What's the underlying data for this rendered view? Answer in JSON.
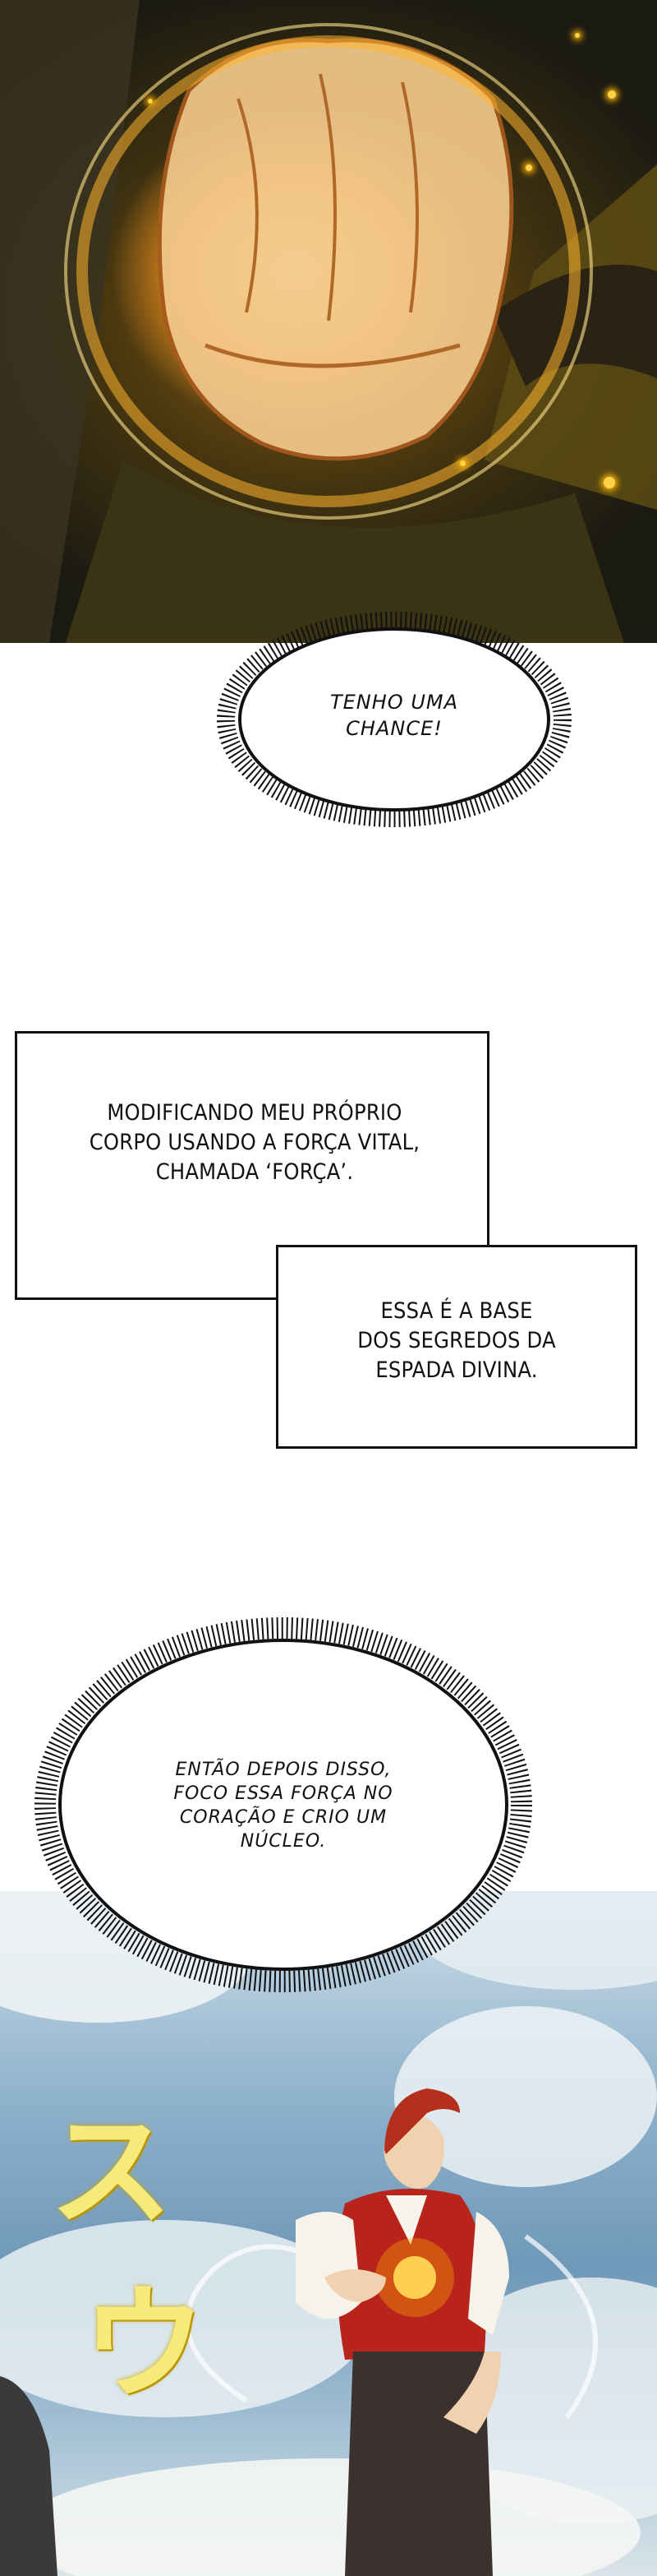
{
  "bubbles": {
    "chance": {
      "line1": "TENHO UMA",
      "line2": "CHANCE!"
    },
    "nucleus": {
      "line1": "ENTÃO DEPOIS DISSO,",
      "line2": "FOCO ESSA FORÇA NO",
      "line3": "CORAÇÃO E CRIO UM",
      "line4": "NÚCLEO."
    }
  },
  "narration": {
    "box1": {
      "line1": "MODIFICANDO MEU PRÓPRIO",
      "line2": "CORPO USANDO A FORÇA VITAL,",
      "line3": "CHAMADA ‘FORÇA’."
    },
    "box2": {
      "line1": "ESSA É A BASE",
      "line2": "DOS SEGREDOS DA",
      "line3": "ESPADA DIVINA."
    }
  },
  "colors": {
    "glow": "#ffcf5a",
    "ink": "#111111",
    "hair": "#b5301c",
    "vest": "#b8241c"
  }
}
